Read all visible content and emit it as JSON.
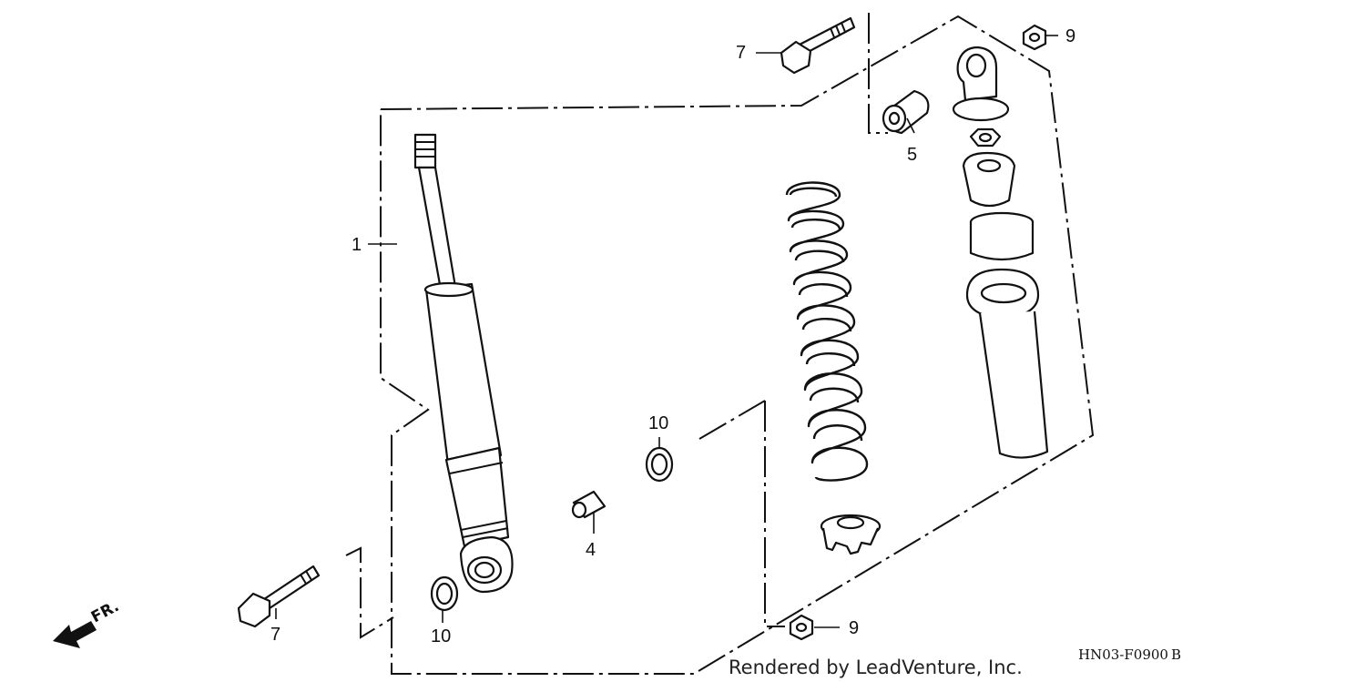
{
  "diagram": {
    "callouts": [
      {
        "id": "part-1",
        "label": "1"
      },
      {
        "id": "part-4",
        "label": "4"
      },
      {
        "id": "part-5",
        "label": "5"
      },
      {
        "id": "part-7-top",
        "label": "7"
      },
      {
        "id": "part-7-bottom",
        "label": "7"
      },
      {
        "id": "part-9-top",
        "label": "9"
      },
      {
        "id": "part-9-bottom",
        "label": "9"
      },
      {
        "id": "part-10-mid",
        "label": "10"
      },
      {
        "id": "part-10-bottom",
        "label": "10"
      }
    ],
    "direction_label": "FR.",
    "credit": "Rendered by LeadVenture, Inc.",
    "code": "HN03-F0900",
    "code_suffix": "B"
  }
}
